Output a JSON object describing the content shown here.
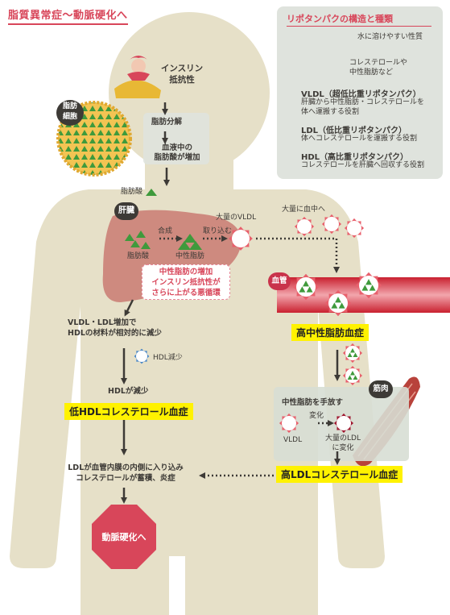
{
  "title": "脂質異常症〜動脈硬化へ",
  "legend": {
    "heading": "リポタンパクの構造と種類",
    "structure": {
      "surface": "水に溶けやすい性質",
      "core_line1": "コレステロールや",
      "core_line2": "中性脂肪など"
    },
    "items": [
      {
        "name": "VLDL（超低比重リポタンパク）",
        "desc1": "肝臓から中性脂肪・コレステロールを",
        "desc2": "体へ運搬する役割",
        "color": "#e8606c"
      },
      {
        "name": "LDL（低比重リポタンパク）",
        "desc1": "体へコレステロールを運搬する役割",
        "desc2": "",
        "color": "#a01830"
      },
      {
        "name": "HDL（高比重リポタンパク）",
        "desc1": "コレステロールを肝臓へ回収する役割",
        "desc2": "",
        "color": "#4a88c8"
      }
    ]
  },
  "insulin": {
    "line1": "インスリン",
    "line2": "抵抗性"
  },
  "fat_cell": {
    "line1": "脂肪",
    "line2": "細胞"
  },
  "fat_breakdown": "脂肪分解",
  "blood_fa": {
    "line1": "血液中の",
    "line2": "脂肪酸が増加"
  },
  "fatty_acid": "脂肪酸",
  "liver": {
    "label": "肝臓",
    "synthesis": "合成",
    "uptake": "取り込む",
    "fatty_acid": "脂肪酸",
    "neutral_fat": "中性脂肪",
    "large_vldl": "大量のVLDL"
  },
  "vicious_cycle": {
    "line1": "中性脂肪の増加",
    "line2": "インスリン抵抗性が",
    "line3": "さらに上がる悪循環"
  },
  "blood_release": "大量に血中へ",
  "vessel_label": "血管",
  "high_tg": "高中性脂肪血症",
  "muscle": {
    "label": "筋肉",
    "release": "中性脂肪を手放す",
    "change": "変化",
    "vldl": "VLDL",
    "ldl_line1": "大量のLDL",
    "ldl_line2": "に変化"
  },
  "high_ldl": "高LDLコレステロール血症",
  "vldl_ldl": {
    "line1": "VLDL・LDL増加で",
    "line2": "HDLの材料が相対的に減少"
  },
  "hdl_decrease": "HDL減少",
  "hdl_down": "HDLが減少",
  "low_hdl": "低HDLコレステロール血症",
  "ldl_wall": {
    "line1": "LDLが血管内膜の内側に入り込み",
    "line2": "コレステロールが蓄積、炎症"
  },
  "atherosclerosis": "動脈硬化へ",
  "colors": {
    "body": "#e6e0c8",
    "green_box": "#dfe3dd",
    "liver": "#c97a72",
    "vessel": "#d92b3e",
    "banner": "#fff200",
    "accent": "#d8465a",
    "triangle": "#3f9a3c"
  }
}
